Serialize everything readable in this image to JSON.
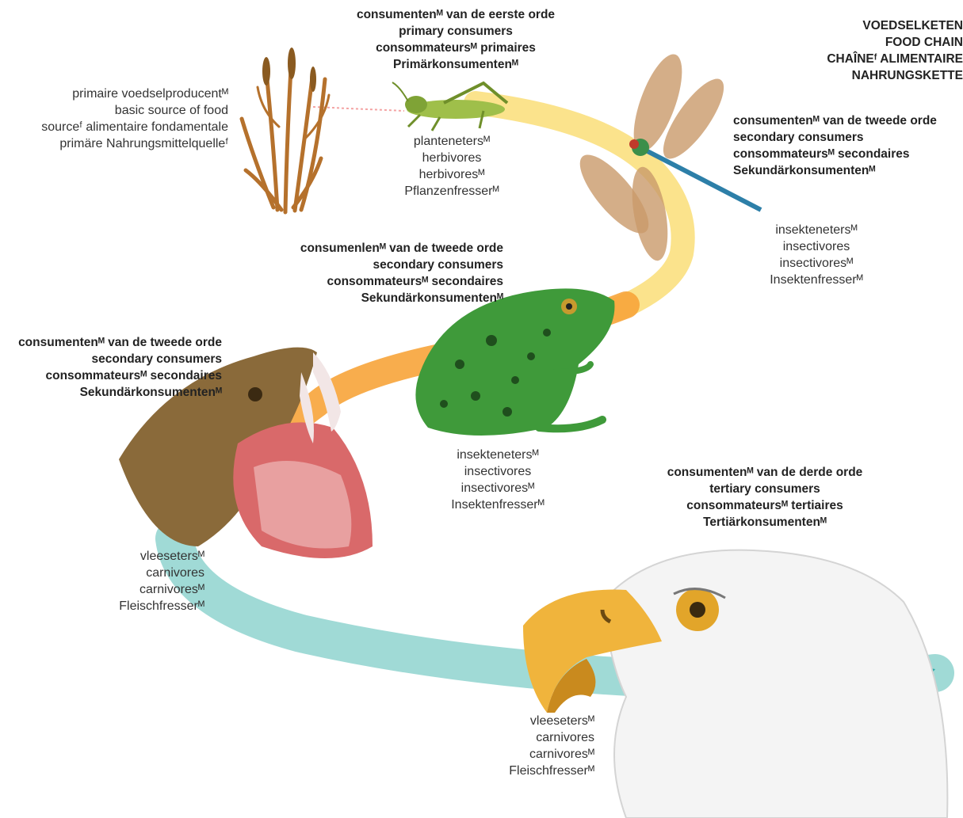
{
  "title": {
    "lines": [
      "VOEDSELKETEN",
      "FOOD CHAIN",
      "CHAÎNEᶠ ALIMENTAIRE",
      "NAHRUNGSKETTE"
    ]
  },
  "producer": {
    "lines": [
      "primaire voedselproducentᴹ",
      "basic source of food",
      "sourceᶠ alimentaire fondamentale",
      "primäre Nahrungsmittelquelleᶠ"
    ]
  },
  "primary_consumers": {
    "lines": [
      "consumentenᴹ van de eerste orde",
      "primary consumers",
      "consommateursᴹ primaires",
      "Primärkonsumentenᴹ"
    ]
  },
  "herbivores": {
    "lines": [
      "plantenetersᴹ",
      "herbivores",
      "herbivoresᴹ",
      "Pflanzenfresserᴹ"
    ]
  },
  "secondary_consumers_dragonfly": {
    "lines": [
      "consumentenᴹ van de tweede orde",
      "secondary consumers",
      "consommateursᴹ secondaires",
      "Sekundärkonsumentenᴹ"
    ]
  },
  "insectivores_dragonfly": {
    "lines": [
      "insektenetersᴹ",
      "insectivores",
      "insectivoresᴹ",
      "Insektenfresserᴹ"
    ]
  },
  "secondary_consumers_frog": {
    "lines": [
      "consumenlenᴹ van de tweede orde",
      "secondary consumers",
      "consommateursᴹ secondaires",
      "Sekundärkonsumentenᴹ"
    ]
  },
  "insectivores_frog": {
    "lines": [
      "insektenetersᴹ",
      "insectivores",
      "insectivoresᴹ",
      "Insektenfresserᴹ"
    ]
  },
  "secondary_consumers_snake": {
    "lines": [
      "consumentenᴹ van de tweede orde",
      "secondary consumers",
      "consommateursᴹ secondaires",
      "Sekundärkonsumentenᴹ"
    ]
  },
  "carnivores_snake": {
    "lines": [
      "vleesetersᴹ",
      "carnivores",
      "carnivoresᴹ",
      "Fleischfresserᴹ"
    ]
  },
  "tertiary_consumers": {
    "lines": [
      "consumentenᴹ van de derde orde",
      "tertiary consumers",
      "consommateursᴹ tertiaires",
      "Tertiärkonsumentenᴹ"
    ]
  },
  "carnivores_eagle": {
    "lines": [
      "vleesetersᴹ",
      "carnivores",
      "carnivoresᴹ",
      "Fleischfresserᴹ"
    ]
  },
  "colors": {
    "band_yellow": "#fbe38c",
    "band_orange": "#f7a43a",
    "band_teal": "#8fd3cf",
    "band_teal_dark": "#2aa8a8",
    "wheat": "#b5712c",
    "grasshopper": "#9fbf4a",
    "dragonfly_wing": "#c99a6a",
    "frog": "#3f9a3a",
    "snake": "#8a6a3a",
    "eagle_beak": "#f0b43c"
  }
}
